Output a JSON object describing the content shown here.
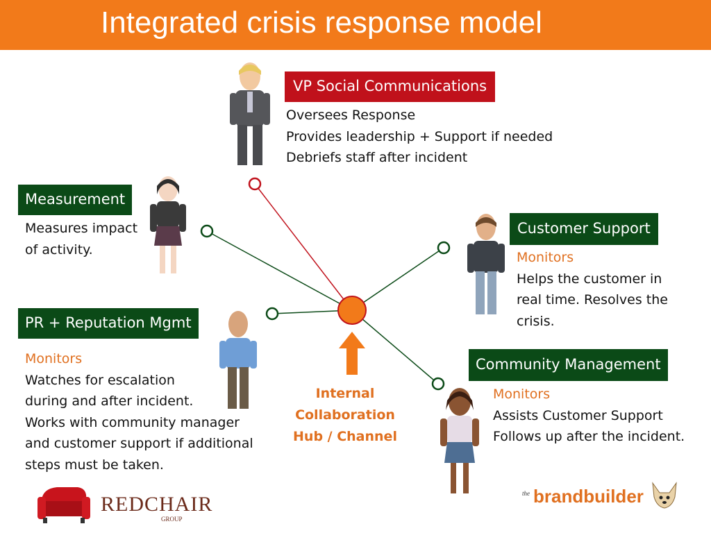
{
  "title": "Integrated crisis response model",
  "vp": {
    "label": "VP Social Communications",
    "lines": [
      "Oversees Response",
      "Provides leadership + Support if needed",
      "Debriefs staff after incident"
    ]
  },
  "measurement": {
    "label": "Measurement",
    "lines": [
      "Measures impact",
      "of activity."
    ]
  },
  "customer_support": {
    "label": "Customer Support",
    "monitors": "Monitors",
    "lines": [
      "Helps the customer in",
      "real time. Resolves the",
      "crisis."
    ]
  },
  "pr": {
    "label": "PR + Reputation Mgmt",
    "monitors": "Monitors",
    "lines": [
      "Watches for escalation",
      "during and after incident.",
      "Works with community manager",
      "and customer support if additional",
      "steps must be taken."
    ]
  },
  "community": {
    "label": "Community Management",
    "monitors": "Monitors",
    "lines": [
      "Assists Customer Support",
      "Follows up after the incident."
    ]
  },
  "hub": {
    "lines": [
      "Internal",
      "Collaboration",
      "Hub / Channel"
    ]
  },
  "logos": {
    "redchair_name": "REDCHAIR",
    "redchair_sub": "GROUP",
    "brandbuilder_the": "the",
    "brandbuilder_name": "brandbuilder"
  },
  "colors": {
    "title_bar": "#f27a1a",
    "red_label": "#c0111b",
    "green_label": "#0b4a17",
    "hub_node": "#f27a1a",
    "monitors_text": "#e07020"
  },
  "icons": [
    "person-avatar-icon",
    "up-arrow-icon",
    "red-chair-logo-icon",
    "chihuahua-logo-icon"
  ]
}
